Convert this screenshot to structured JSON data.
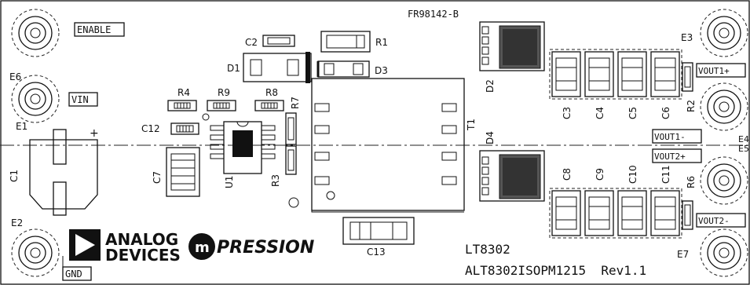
{
  "board": {
    "part_number": "FR98142-B",
    "product": "LT8302",
    "assembly": "ALT8302ISOPM1215  Rev1.1",
    "brand_analog_line1": "ANALOG",
    "brand_analog_line2": "DEVICES",
    "brand_mpression": "PRESSION",
    "brand_mpression_m": "m"
  },
  "terminals": {
    "enable": "ENABLE",
    "vin": "VIN",
    "gnd": "GND",
    "vout1_plus": "VOUT1+",
    "vout1_minus": "VOUT1-",
    "vout2_plus": "VOUT2+",
    "vout2_minus": "VOUT2-"
  },
  "refdes": {
    "E1": "E1",
    "E2": "E2",
    "E3": "E3",
    "E4": "E4",
    "E5": "E5",
    "E6": "E6",
    "E7": "E7",
    "C1": "C1",
    "C2": "C2",
    "C3": "C3",
    "C4": "C4",
    "C5": "C5",
    "C6": "C6",
    "C7": "C7",
    "C8": "C8",
    "C9": "C9",
    "C10": "C10",
    "C11": "C11",
    "C12": "C12",
    "C13": "C13",
    "D1": "D1",
    "D2": "D2",
    "D3": "D3",
    "D4": "D4",
    "R1": "R1",
    "R2": "R2",
    "R3": "R3",
    "R4": "R4",
    "R6": "R6",
    "R7": "R7",
    "R8": "R8",
    "R9": "R9",
    "T1": "T1",
    "U1": "U1"
  },
  "polarity_mark": "+"
}
